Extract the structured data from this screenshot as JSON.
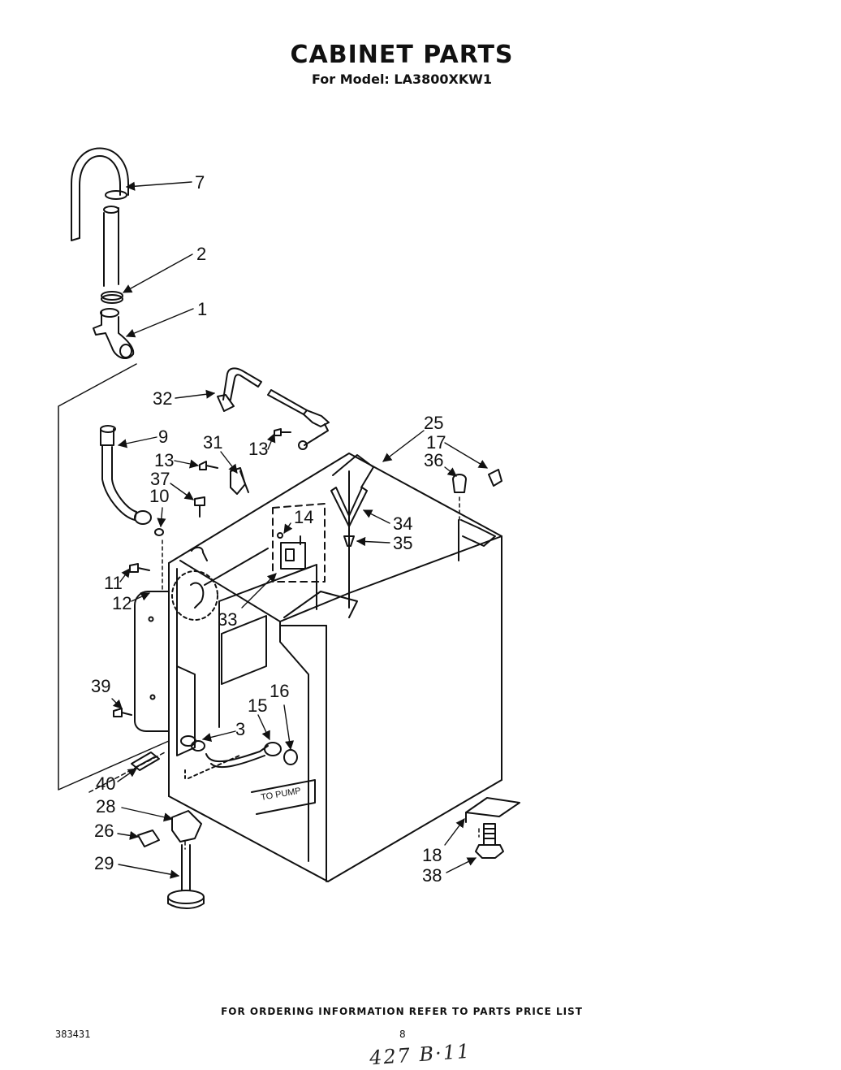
{
  "header": {
    "title": "CABINET PARTS",
    "subtitle": "For Model: LA3800XKW1"
  },
  "diagram": {
    "annotation_to_pump": "TO PUMP",
    "callouts": [
      {
        "id": "7",
        "label": "7"
      },
      {
        "id": "2",
        "label": "2"
      },
      {
        "id": "1",
        "label": "1"
      },
      {
        "id": "32",
        "label": "32"
      },
      {
        "id": "25",
        "label": "25"
      },
      {
        "id": "17",
        "label": "17"
      },
      {
        "id": "36",
        "label": "36"
      },
      {
        "id": "9",
        "label": "9"
      },
      {
        "id": "31",
        "label": "31"
      },
      {
        "id": "13a",
        "label": "13"
      },
      {
        "id": "13b",
        "label": "13"
      },
      {
        "id": "37",
        "label": "37"
      },
      {
        "id": "10",
        "label": "10"
      },
      {
        "id": "14",
        "label": "14"
      },
      {
        "id": "34",
        "label": "34"
      },
      {
        "id": "35",
        "label": "35"
      },
      {
        "id": "11",
        "label": "11"
      },
      {
        "id": "12",
        "label": "12"
      },
      {
        "id": "33",
        "label": "33"
      },
      {
        "id": "39",
        "label": "39"
      },
      {
        "id": "16",
        "label": "16"
      },
      {
        "id": "15",
        "label": "15"
      },
      {
        "id": "3",
        "label": "3"
      },
      {
        "id": "40",
        "label": "40"
      },
      {
        "id": "28",
        "label": "28"
      },
      {
        "id": "26",
        "label": "26"
      },
      {
        "id": "29",
        "label": "29"
      },
      {
        "id": "18",
        "label": "18"
      },
      {
        "id": "38",
        "label": "38"
      }
    ]
  },
  "footer": {
    "ordering_note": "FOR ORDERING INFORMATION REFER TO PARTS PRICE LIST",
    "document_number": "383431",
    "page_number": "8",
    "handwritten_note": "427 B·11"
  }
}
